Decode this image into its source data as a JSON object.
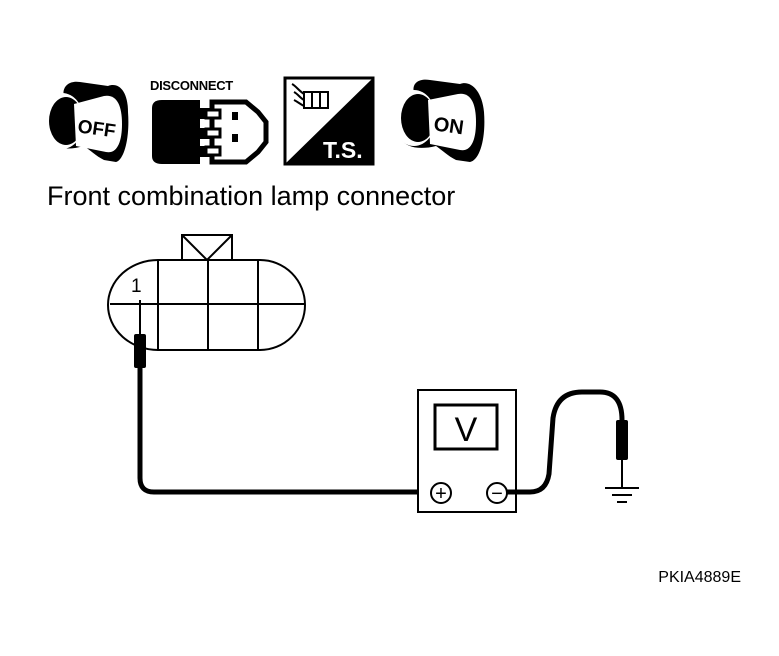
{
  "icons": {
    "ignition_off_label": "OFF",
    "disconnect_label": "DISCONNECT",
    "ts_label": "T.S.",
    "ignition_on_label": "ON"
  },
  "diagram": {
    "title": "Front combination lamp connector",
    "pin_number": "1",
    "meter_symbol": "V",
    "plus_terminal": "+",
    "minus_terminal": "−",
    "figure_code": "PKIA4889E"
  }
}
